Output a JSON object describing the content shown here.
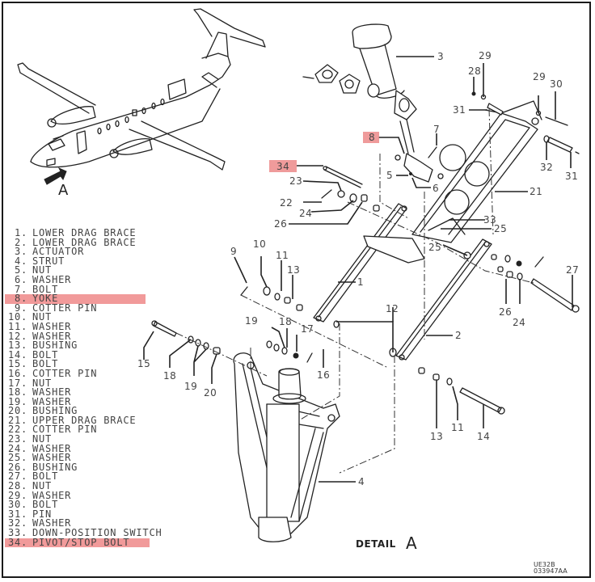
{
  "diagram": {
    "type": "illustrated-parts-breakdown",
    "subject": "Nose landing gear drag brace assembly",
    "detail_title": "DETAIL",
    "detail_letter": "A",
    "view_arrow_letter": "A",
    "document_code_line1": "UE32B",
    "document_code_line2": "033947AA",
    "highlight_color": "#ec8a8a"
  },
  "parts_list": [
    {
      "num": "1.",
      "name": "LOWER DRAG BRACE",
      "highlighted": false
    },
    {
      "num": "2.",
      "name": "LOWER DRAG BRACE",
      "highlighted": false
    },
    {
      "num": "3.",
      "name": "ACTUATOR",
      "highlighted": false
    },
    {
      "num": "4.",
      "name": "STRUT",
      "highlighted": false
    },
    {
      "num": "5.",
      "name": "NUT",
      "highlighted": false
    },
    {
      "num": "6.",
      "name": "WASHER",
      "highlighted": false
    },
    {
      "num": "7.",
      "name": "BOLT",
      "highlighted": false
    },
    {
      "num": "8.",
      "name": "YOKE",
      "highlighted": true
    },
    {
      "num": "9.",
      "name": "COTTER PIN",
      "highlighted": false
    },
    {
      "num": "10.",
      "name": "NUT",
      "highlighted": false
    },
    {
      "num": "11.",
      "name": "WASHER",
      "highlighted": false
    },
    {
      "num": "12.",
      "name": "WASHER",
      "highlighted": false
    },
    {
      "num": "13.",
      "name": "BUSHING",
      "highlighted": false
    },
    {
      "num": "14.",
      "name": "BOLT",
      "highlighted": false
    },
    {
      "num": "15.",
      "name": "BOLT",
      "highlighted": false
    },
    {
      "num": "16.",
      "name": "COTTER PIN",
      "highlighted": false
    },
    {
      "num": "17.",
      "name": "NUT",
      "highlighted": false
    },
    {
      "num": "18.",
      "name": "WASHER",
      "highlighted": false
    },
    {
      "num": "19.",
      "name": "WASHER",
      "highlighted": false
    },
    {
      "num": "20.",
      "name": "BUSHING",
      "highlighted": false
    },
    {
      "num": "21.",
      "name": "UPPER DRAG BRACE",
      "highlighted": false
    },
    {
      "num": "22.",
      "name": "COTTER PIN",
      "highlighted": false
    },
    {
      "num": "23.",
      "name": "NUT",
      "highlighted": false
    },
    {
      "num": "24.",
      "name": "WASHER",
      "highlighted": false
    },
    {
      "num": "25.",
      "name": "WASHER",
      "highlighted": false
    },
    {
      "num": "26.",
      "name": "BUSHING",
      "highlighted": false
    },
    {
      "num": "27.",
      "name": "BOLT",
      "highlighted": false
    },
    {
      "num": "28.",
      "name": "NUT",
      "highlighted": false
    },
    {
      "num": "29.",
      "name": "WASHER",
      "highlighted": false
    },
    {
      "num": "30.",
      "name": "BOLT",
      "highlighted": false
    },
    {
      "num": "31.",
      "name": "PIN",
      "highlighted": false
    },
    {
      "num": "32.",
      "name": "WASHER",
      "highlighted": false
    },
    {
      "num": "33.",
      "name": "DOWN-POSITION SWITCH",
      "highlighted": false
    },
    {
      "num": "34.",
      "name": "PIVOT/STOP BOLT",
      "highlighted": true
    }
  ],
  "callouts": {
    "c3": "3",
    "c28": "28",
    "c29a": "29",
    "c29b": "29",
    "c30": "30",
    "c31a": "31",
    "c31b": "31",
    "c32": "32",
    "c8": "8",
    "c7": "7",
    "c34": "34",
    "c5": "5",
    "c6": "6",
    "c21": "21",
    "c23": "23",
    "c22": "22",
    "c24a": "24",
    "c26a": "26",
    "c33": "33",
    "c25a": "25",
    "c25b": "25",
    "c9": "9",
    "c10": "10",
    "c11a": "11",
    "c13a": "13",
    "c1": "1",
    "c27": "27",
    "c26b": "26",
    "c24b": "24",
    "c12": "12",
    "c2": "2",
    "c15": "15",
    "c18": "18",
    "c19a": "19",
    "c19b": "19",
    "c17": "17",
    "c16": "16",
    "c20": "20",
    "c13b": "13",
    "c11b": "11",
    "c14": "14",
    "c4": "4"
  }
}
